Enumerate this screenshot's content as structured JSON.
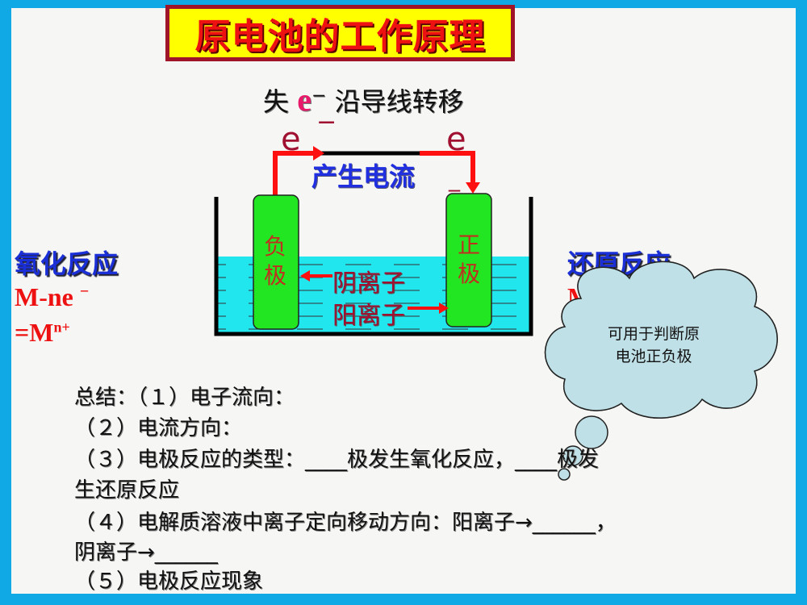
{
  "title": "原电池的工作原理",
  "diagram": {
    "heading_prefix": "失",
    "heading_e": "e",
    "heading_minus": "−",
    "heading_suffix": "沿导线转移",
    "electron_left": "e",
    "electron_left_sign": "−",
    "electron_right": "e",
    "electron_right_sign": "_",
    "current_label": "产生电流",
    "negative_electrode": [
      "负",
      "极"
    ],
    "positive_electrode": [
      "正",
      "极"
    ],
    "anion_label": "阴离子",
    "cation_label": "阳离子",
    "colors": {
      "wire": "#ff1010",
      "electrode": "#22e622",
      "solution": "#22e6ee",
      "current_text": "#2030e0"
    }
  },
  "left_side": {
    "reaction_type": "氧化反应",
    "equation_line1": "M-ne",
    "equation_line1_sup": "−",
    "equation_line2": "=M",
    "equation_line2_sup": "n+"
  },
  "right_side": {
    "reaction_type": "还原反应",
    "equation_partial": "M"
  },
  "callout": {
    "text_line1": "可用于判断原",
    "text_line2": "电池正负极"
  },
  "summary": {
    "line1": "总结：（１）电子流向：",
    "line2": "（２）电流方向：",
    "line3": "（３）电极反应的类型：____极发生氧化反应，____极发",
    "line4": "生还原反应",
    "line5": "（４）电解质溶液中离子定向移动方向：阳离子→______，",
    "line6": "阴离子→______",
    "line7": "（５）电极反应现象"
  }
}
